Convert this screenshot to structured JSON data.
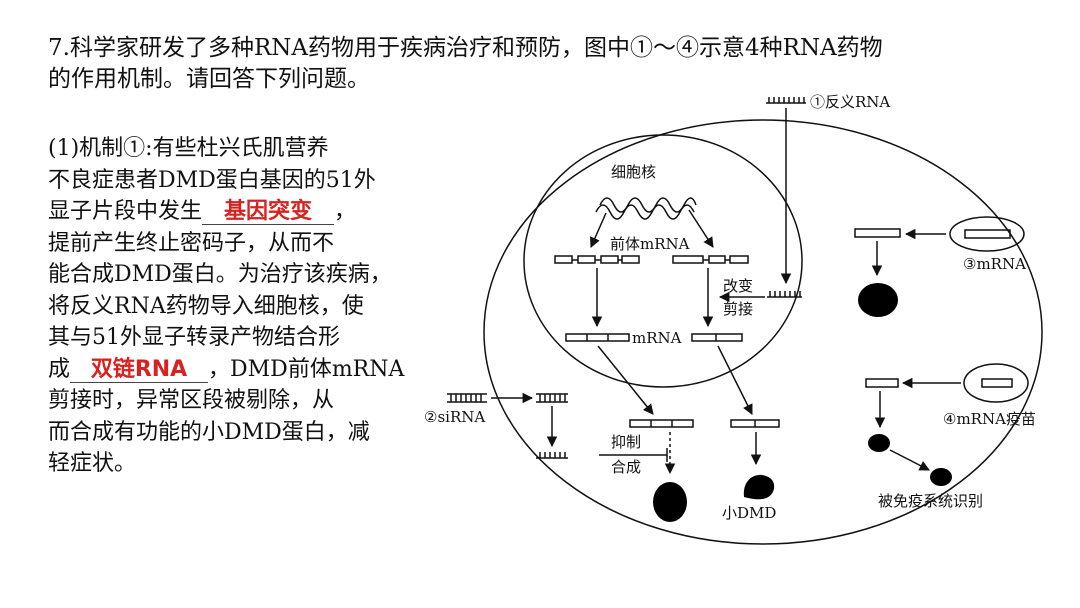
{
  "question": {
    "line1": "7.科学家研发了多种RNA药物用于疾病治疗和预防，图中①～④示意4种RNA药物",
    "line2": "的作用机制。请回答下列问题。"
  },
  "part1": {
    "l1": "(1)机制①:有些杜兴氏肌营养",
    "l2": "不良症患者DMD蛋白基因的51外",
    "l3_pre": "显子片段中发生",
    "answer1": "基因突变",
    "l3_post": "，",
    "l4": "提前产生终止密码子，从而不",
    "l5": "能合成DMD蛋白。为治疗该疾病，",
    "l6": "将反义RNA药物导入细胞核，使",
    "l7": "其与51外显子转录产物结合形",
    "l8_pre": "成",
    "answer2": "双链RNA",
    "l8_post": "，DMD前体mRNA",
    "l9": "剪接时，异常区段被剔除，从",
    "l10": "而合成有功能的小DMD蛋白，减",
    "l11": "轻症状。"
  },
  "diagram": {
    "antisense_label": "①反义RNA",
    "nucleus_label": "细胞核",
    "pre_mrna_label": "前体mRNA",
    "change_label": "改变",
    "splice_label": "剪接",
    "mrna_label": "mRNA",
    "mrna3_label": "③mRNA",
    "sirna_label": "②siRNA",
    "inhibit_label": "抑制",
    "synth_label": "合成",
    "small_dmd_label": "小DMD",
    "vaccine_label": "④mRNA疫苗",
    "immune_label": "被免疫系统识别"
  }
}
